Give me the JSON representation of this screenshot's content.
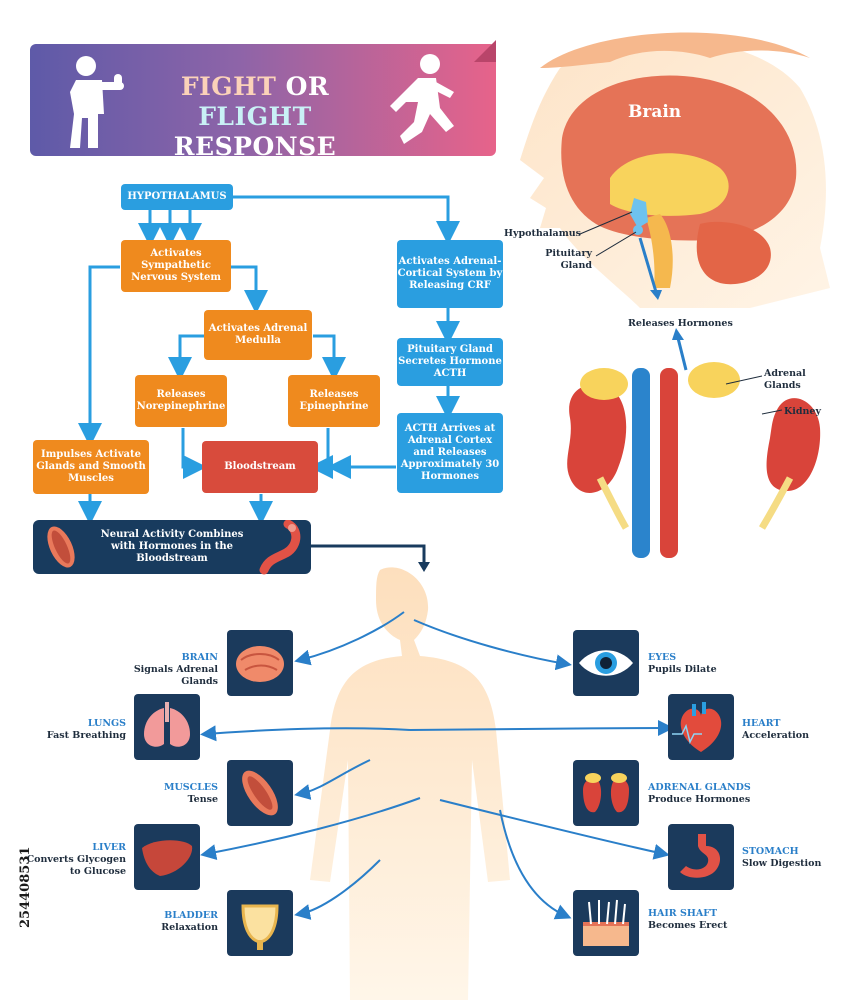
{
  "title": {
    "part1": "FIGHT",
    "part2": "OR",
    "part3": "FLIGHT",
    "part4": "RESPONSE"
  },
  "flow": {
    "hypothalamus": "HYPOTHALAMUS",
    "sympathetic": "Activates Sympathetic Nervous System",
    "adrenal_cortical": "Activates Adrenal-Cortical System by Releasing CRF",
    "adrenal_medulla": "Activates Adrenal Medulla",
    "pituitary_acth": "Pituitary Gland Secretes Hormone ACTH",
    "norepinephrine": "Releases Norepinephrine",
    "epinephrine": "Releases Epinephrine",
    "acth_arrives": "ACTH Arrives at Adrenal Cortex and Releases Approximately 30 Hormones",
    "impulses": "Impulses Activate Glands and Smooth Muscles",
    "bloodstream": "Bloodstream",
    "neural": "Neural Activity Combines with Hormones in the Bloodstream"
  },
  "anatomy": {
    "brain": "Brain",
    "hypothalamus": "Hypothalamus",
    "pituitary": "Pituitary Gland",
    "releases": "Releases Hormones",
    "adrenal": "Adrenal Glands",
    "kidney": "Kidney"
  },
  "effects": {
    "brain": {
      "head": "BRAIN",
      "text": "Signals Adrenal Glands"
    },
    "lungs": {
      "head": "LUNGS",
      "text": "Fast Breathing"
    },
    "muscles": {
      "head": "MUSCLES",
      "text": "Tense"
    },
    "liver": {
      "head": "LIVER",
      "text": "Converts Glycogen to Glucose"
    },
    "bladder": {
      "head": "BLADDER",
      "text": "Relaxation"
    },
    "eyes": {
      "head": "EYES",
      "text": "Pupils Dilate"
    },
    "heart": {
      "head": "HEART",
      "text": "Acceleration"
    },
    "adrenal": {
      "head": "ADRENAL GLANDS",
      "text": "Produce Hormones"
    },
    "stomach": {
      "head": "STOMACH",
      "text": "Slow Digestion"
    },
    "hair": {
      "head": "HAIR SHAFT",
      "text": "Becomes Erect"
    }
  },
  "watermark": "254408531",
  "colors": {
    "blue": "#2a9ee0",
    "orange": "#ef8a1e",
    "red": "#d84b3c",
    "navy": "#183b5e",
    "tile": "#1b3a5c"
  }
}
